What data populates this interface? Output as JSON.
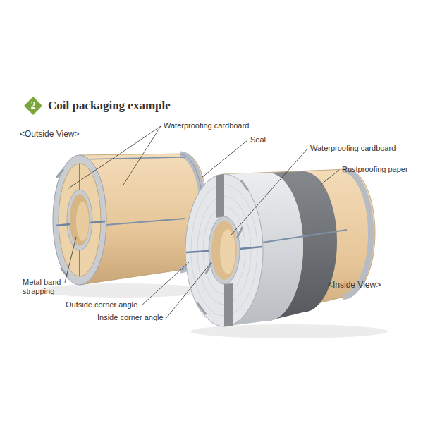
{
  "diagram": {
    "title": "Coil packaging example",
    "labels": [
      "2",
      "<Outside View>",
      "Waterproofing cardboard",
      "Seal",
      "Waterproofing cardboard",
      "Rustproofing paper",
      "Metal band strapping",
      "Outside corner angle",
      "Inside corner angle",
      "<Inside View>"
    ]
  }
}
